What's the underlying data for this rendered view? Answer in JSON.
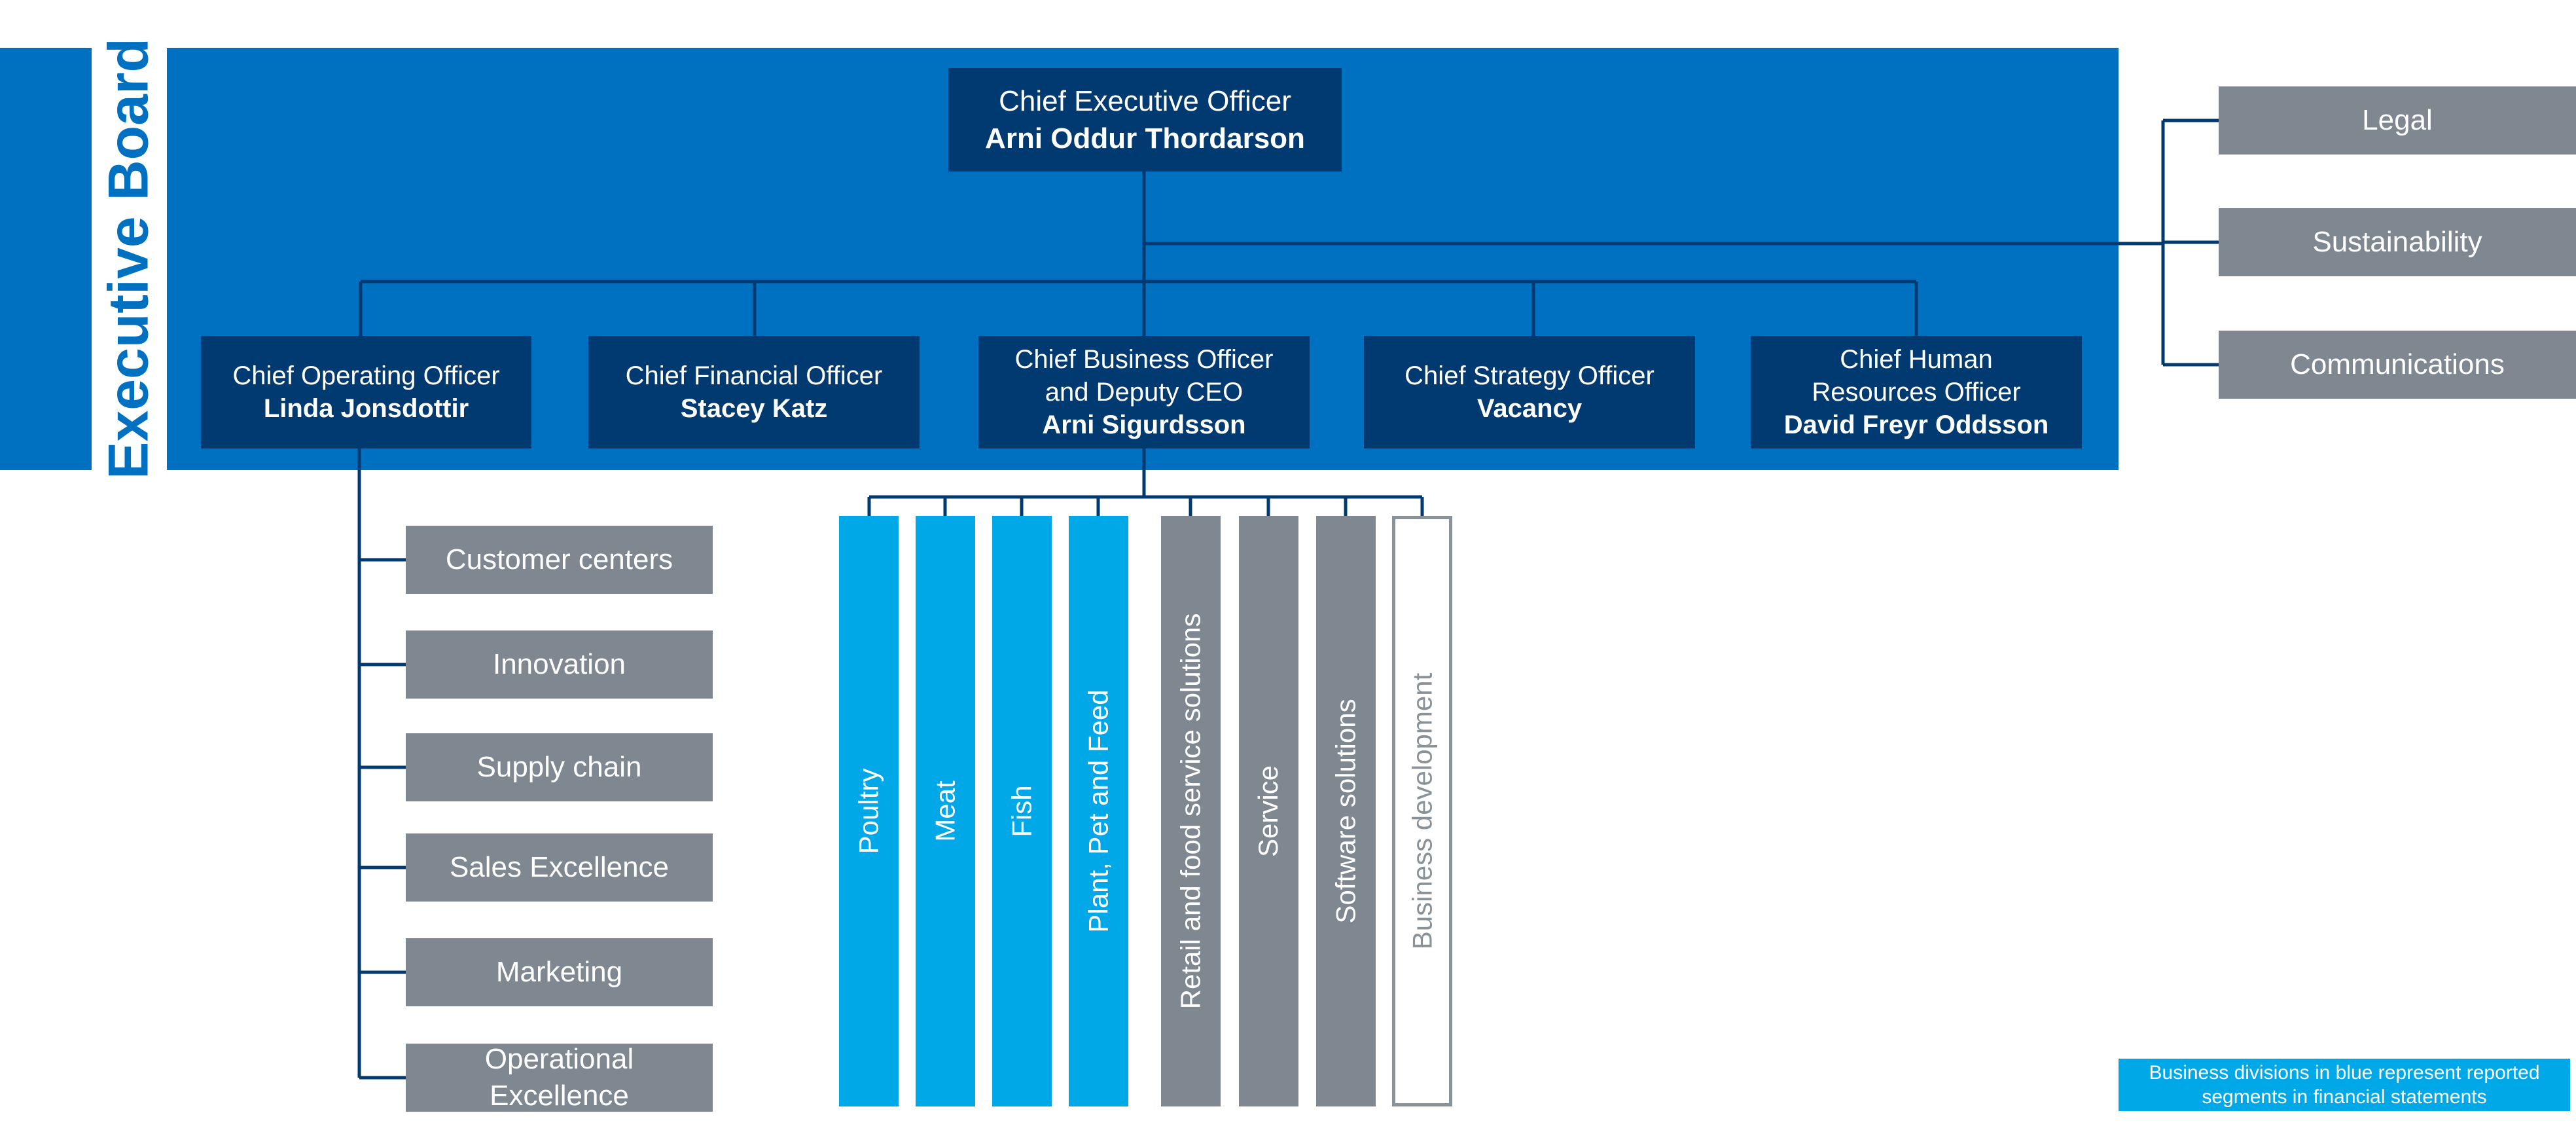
{
  "board_label": "Executive Board",
  "ceo": {
    "title": "Chief Executive Officer",
    "name": "Arni Oddur Thordarson"
  },
  "officers": [
    {
      "title_lines": [
        "Chief Operating Officer"
      ],
      "name": "Linda Jonsdottir"
    },
    {
      "title_lines": [
        "Chief Financial Officer"
      ],
      "name": "Stacey Katz"
    },
    {
      "title_lines": [
        "Chief Business Officer",
        "and Deputy CEO"
      ],
      "name": "Arni Sigurdsson"
    },
    {
      "title_lines": [
        "Chief Strategy Officer"
      ],
      "name": "Vacancy"
    },
    {
      "title_lines": [
        "Chief Human",
        "Resources Officer"
      ],
      "name": "David Freyr Oddsson"
    }
  ],
  "staff_functions": [
    "Legal",
    "Sustainability",
    "Communications"
  ],
  "operations_units": [
    "Customer centers",
    "Innovation",
    "Supply chain",
    "Sales Excellence",
    "Marketing",
    "Operational Excellence"
  ],
  "business_divisions": [
    {
      "label": "Poultry",
      "style": "blue"
    },
    {
      "label": "Meat",
      "style": "blue"
    },
    {
      "label": "Fish",
      "style": "blue"
    },
    {
      "label": "Plant, Pet and Feed",
      "style": "blue"
    },
    {
      "label": "Retail and food service solutions",
      "style": "gray"
    },
    {
      "label": "Service",
      "style": "gray"
    },
    {
      "label": "Software solutions",
      "style": "gray"
    },
    {
      "label": "Business development",
      "style": "outline"
    }
  ],
  "note": "Business divisions in blue represent reported segments in financial statements",
  "colors": {
    "board_blue": "#0070c0",
    "exec_navy": "#003a70",
    "division_blue": "#00a8e8",
    "unit_gray": "#7f8890",
    "connector": "#003a70"
  }
}
